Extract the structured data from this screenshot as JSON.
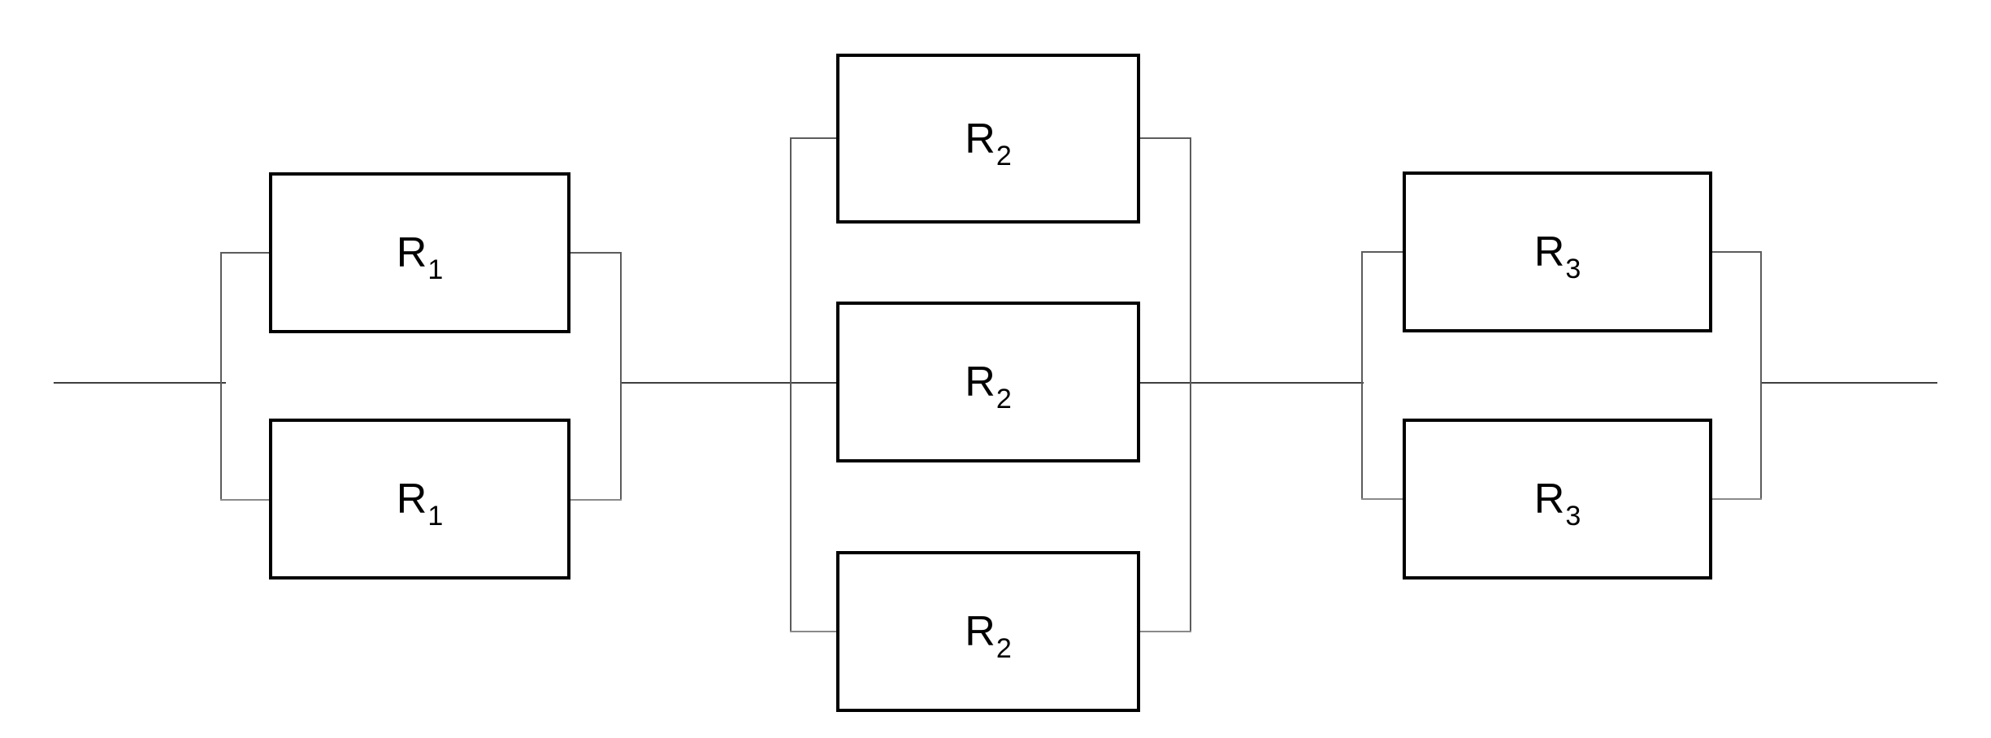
{
  "circuit": {
    "description": "Three parallel resistor banks connected in series",
    "colors": {
      "background": "#ffffff",
      "box_border": "#000000",
      "wire": "#3f3f3f",
      "bus": "#5c5c5c",
      "stub_bottom": "#8a8a8a",
      "label": "#000000"
    },
    "groups": [
      {
        "id": "parallel-group-1",
        "type": "parallel",
        "count": 2,
        "resistors": [
          {
            "base": "R",
            "sub": "1"
          },
          {
            "base": "R",
            "sub": "1"
          }
        ]
      },
      {
        "id": "parallel-group-2",
        "type": "parallel",
        "count": 3,
        "resistors": [
          {
            "base": "R",
            "sub": "2"
          },
          {
            "base": "R",
            "sub": "2"
          },
          {
            "base": "R",
            "sub": "2"
          }
        ]
      },
      {
        "id": "parallel-group-3",
        "type": "parallel",
        "count": 2,
        "resistors": [
          {
            "base": "R",
            "sub": "3"
          },
          {
            "base": "R",
            "sub": "3"
          }
        ]
      }
    ]
  }
}
